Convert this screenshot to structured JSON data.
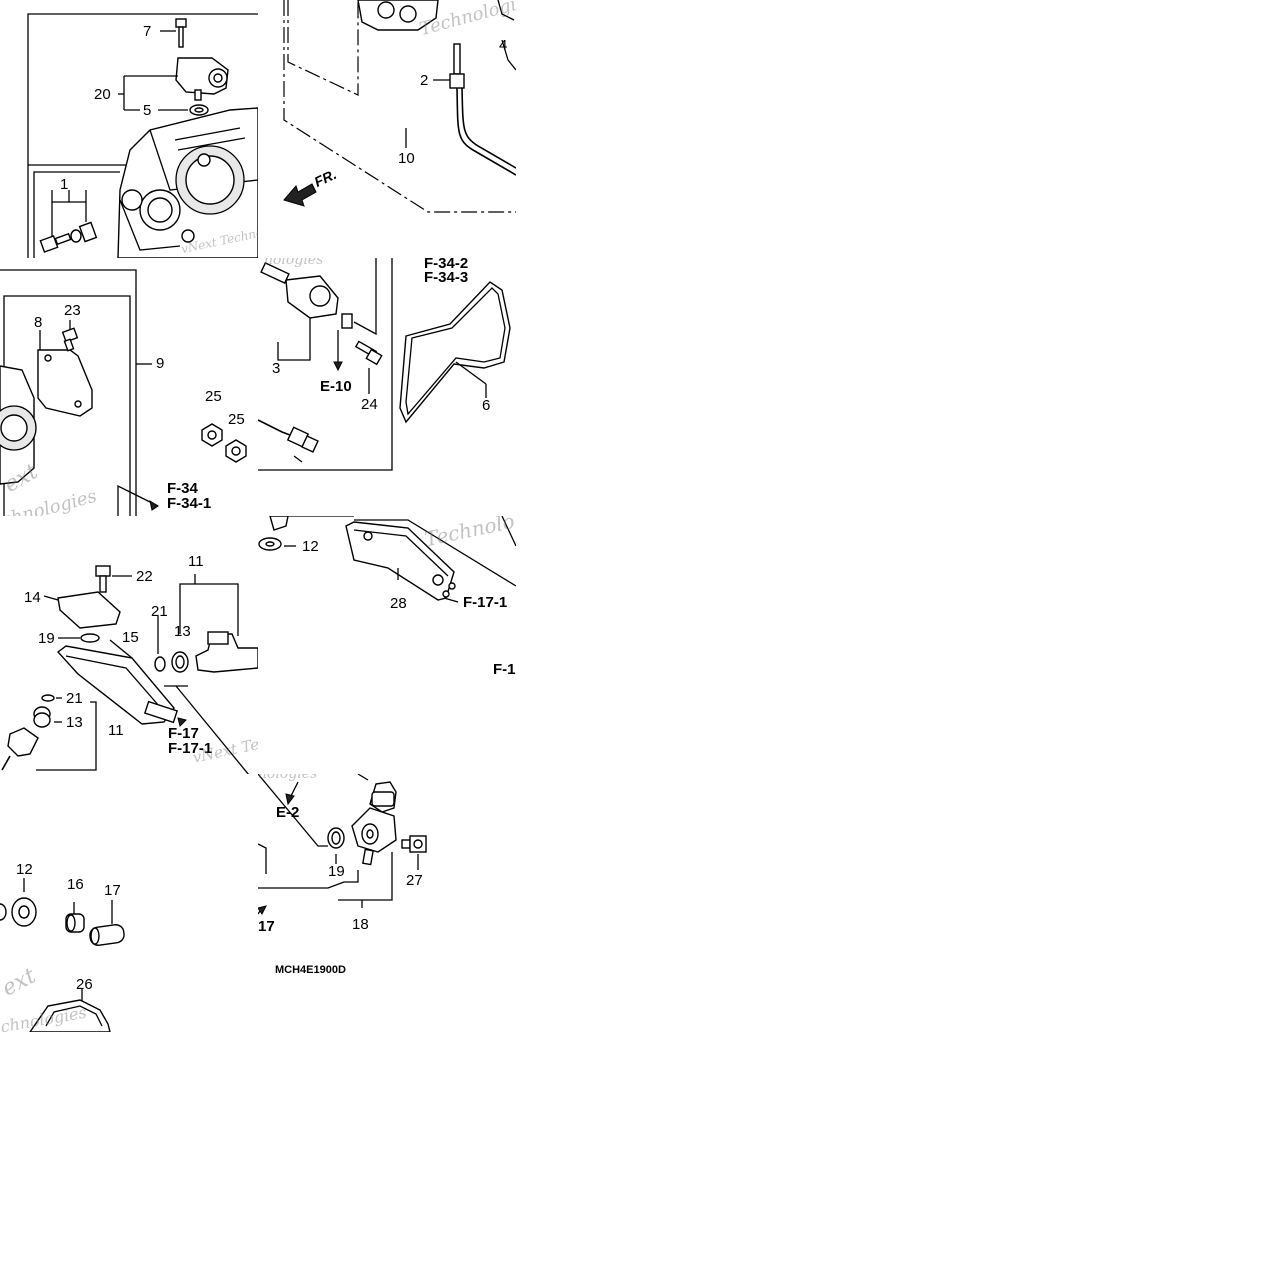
{
  "tile_tl": {
    "callouts": [
      "7",
      "20",
      "5",
      "1"
    ],
    "watermark": "vNext Technologies"
  },
  "tile_tr": {
    "callouts": [
      "4",
      "2",
      "10"
    ],
    "direction_label": "FR.",
    "watermark": "Technologies"
  },
  "tile_ml": {
    "callouts": [
      "8",
      "23",
      "9",
      "25a",
      "25b"
    ],
    "refs": [
      "F-34",
      "F-34-1"
    ],
    "watermark": "vNext Technologies"
  },
  "tile_mr": {
    "callouts": [
      "3",
      "24",
      "6"
    ],
    "refs": [
      "E-10",
      "F-34-2",
      "F-34-3"
    ],
    "watermark": "Technologies"
  },
  "tile_bl": {
    "callouts": [
      "22",
      "11",
      "14",
      "21",
      "13",
      "19",
      "15",
      "21",
      "13",
      "11"
    ],
    "refs": [
      "F-17",
      "F-17-1"
    ],
    "watermark": "vNext Technologies"
  },
  "tile_br": {
    "callouts": [
      "12",
      "28"
    ],
    "refs": [
      "F-17-1",
      "F-1"
    ],
    "watermark": "Technologies"
  },
  "tile_b2l": {
    "callouts": [
      "12",
      "16",
      "17",
      "26"
    ],
    "watermark": "vNext Technologies"
  },
  "tile_b2r": {
    "callouts": [
      "19",
      "27",
      "18"
    ],
    "refs": [
      "E-2",
      "17"
    ],
    "diagram_code": "MCH4E1900D",
    "watermark": "Technologies"
  },
  "labels": {
    "c7": "7",
    "c20": "20",
    "c5": "5",
    "c1": "1",
    "c4": "4",
    "c2": "2",
    "c10": "10",
    "fr": "FR.",
    "c8": "8",
    "c23": "23",
    "c9": "9",
    "c25a": "25",
    "c25b": "25",
    "f34": "F-34",
    "f341": "F-34-1",
    "c3": "3",
    "c24": "24",
    "c6": "6",
    "e10": "E-10",
    "f342": "F-34-2",
    "f343": "F-34-3",
    "c22": "22",
    "c11a": "11",
    "c14": "14",
    "c21a": "21",
    "c13a": "13",
    "c19a": "19",
    "c15": "15",
    "c21b": "21",
    "c13b": "13",
    "c11b": "11",
    "f17": "F-17",
    "f171a": "F-17-1",
    "c12a": "12",
    "c28": "28",
    "f171b": "F-17-1",
    "f1": "F-1",
    "c12b": "12",
    "c16": "16",
    "c17": "17",
    "c26": "26",
    "c19b": "19",
    "c27": "27",
    "c18": "18",
    "e2": "E-2",
    "r17": "17",
    "code": "MCH4E1900D",
    "wm1": "vNext Technologies",
    "wm2": "Technologies",
    "wm3": "ext",
    "wm4": "chnologies",
    "wm5": "Technolo",
    "wm6": "vNext Tech",
    "wm7": "nologies",
    "wm8": "ext",
    "wm9": "chnologies"
  }
}
